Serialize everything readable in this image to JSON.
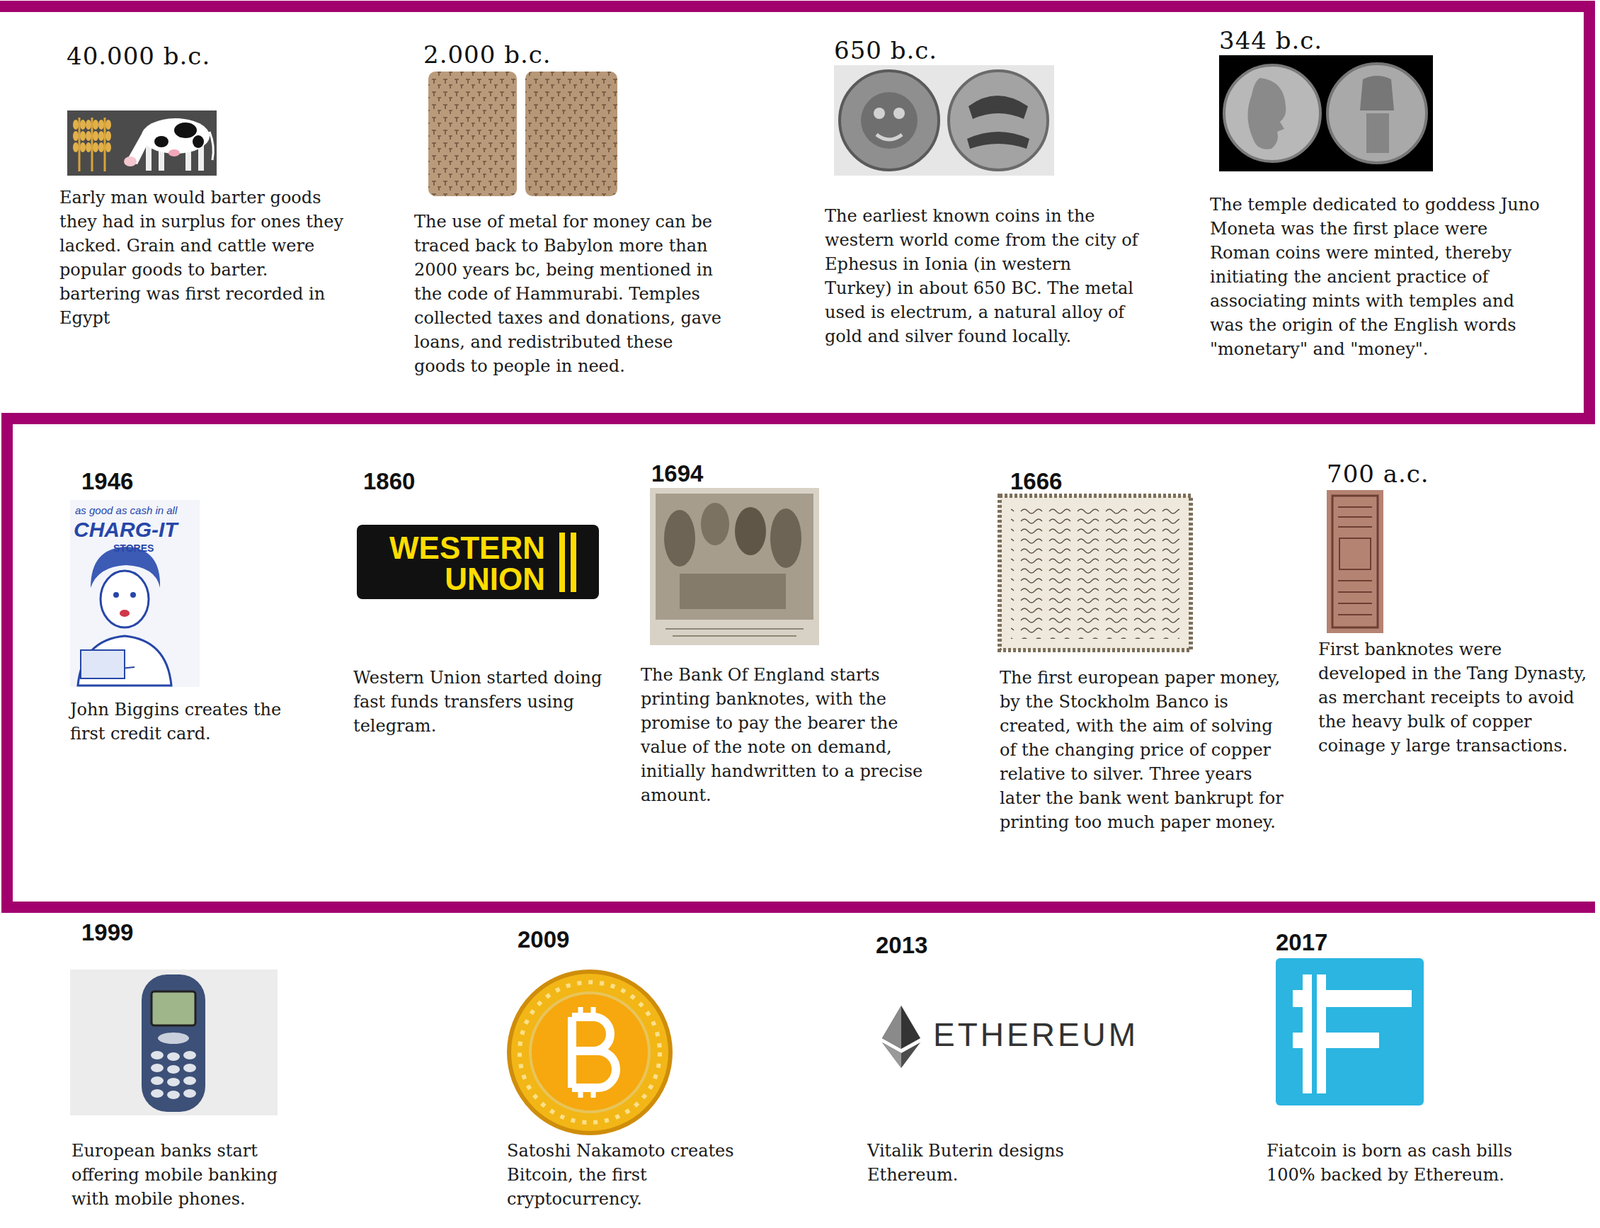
{
  "diagram": {
    "labels": [
      "40.000 b.c.",
      "Early man would barter goods they had in surplus for ones they lacked. Grain and cattle were popular goods to barter. bartering was first recorded in Egypt",
      "2.000 b.c.",
      "The use of metal for money can be traced back to Babylon more than 2000 years bc, being mentioned in the code of Hammurabi. Temples collected taxes and donations, gave loans, and redistributed these goods to people in need.",
      "650 b.c.",
      "The earliest known coins in the western world come from the city of Ephesus in Ionia (in western Turkey) in about 650 BC. The metal used is electrum, a natural alloy of gold and silver found locally.",
      "344 b.c.",
      "The temple dedicated to goddess Juno Moneta was the first place were Roman coins were minted, thereby initiating the ancient practice of associating mints with temples and was the origin of the English words \"monetary\" and \"money\".",
      "1946",
      "as good as cash in all",
      "CHARG-IT",
      "STORES",
      "John Biggins creates the first credit card.",
      "1860",
      "WESTERN",
      "UNION",
      "Western Union started doing fast funds transfers using telegram.",
      "1694",
      "The Bank Of England starts printing banknotes, with the promise to pay the bearer the value of the note on demand, initially handwritten to a precise amount.",
      "1666",
      "The first european paper money, by the Stockholm Banco is created, with the aim of solving of the changing price of copper relative to silver. Three years later the bank went bankrupt for printing too much paper money.",
      "700 a.c.",
      "First banknotes were developed in the Tang Dynasty, as merchant receipts to avoid the heavy bulk of copper coinage y large transactions.",
      "1999",
      "European banks start offering mobile banking with mobile phones.",
      "2009",
      "Satoshi Nakamoto creates Bitcoin, the first cryptocurrency.",
      "2013",
      "ETHEREUM",
      "Vitalik Buterin designs Ethereum.",
      "2017",
      "Fiatcoin is born as cash bills 100% backed by Ethereum."
    ]
  }
}
